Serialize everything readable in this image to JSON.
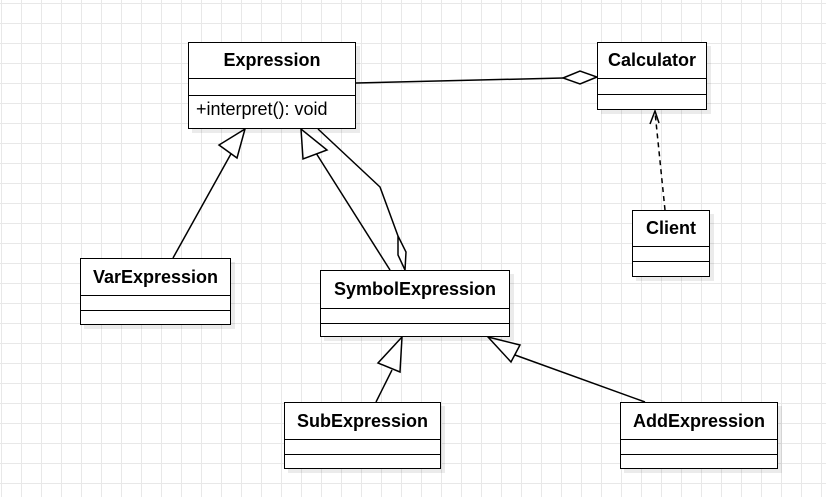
{
  "classes": {
    "expression": {
      "name": "Expression",
      "operation": "+interpret(): void"
    },
    "calculator": {
      "name": "Calculator"
    },
    "client": {
      "name": "Client"
    },
    "var_expression": {
      "name": "VarExpression"
    },
    "symbol_expression": {
      "name": "SymbolExpression"
    },
    "sub_expression": {
      "name": "SubExpression"
    },
    "add_expression": {
      "name": "AddExpression"
    }
  },
  "relationships": [
    {
      "type": "aggregation",
      "from": "Expression",
      "to": "Calculator"
    },
    {
      "type": "dependency",
      "from": "Client",
      "to": "Calculator"
    },
    {
      "type": "generalization",
      "from": "VarExpression",
      "to": "Expression"
    },
    {
      "type": "generalization",
      "from": "SymbolExpression",
      "to": "Expression"
    },
    {
      "type": "aggregation",
      "from": "Expression",
      "to": "SymbolExpression"
    },
    {
      "type": "generalization",
      "from": "SubExpression",
      "to": "SymbolExpression"
    },
    {
      "type": "generalization",
      "from": "AddExpression",
      "to": "SymbolExpression"
    }
  ],
  "colors": {
    "line": "#000000",
    "box_fill": "#ffffff",
    "grid": "#e8e8e8"
  }
}
